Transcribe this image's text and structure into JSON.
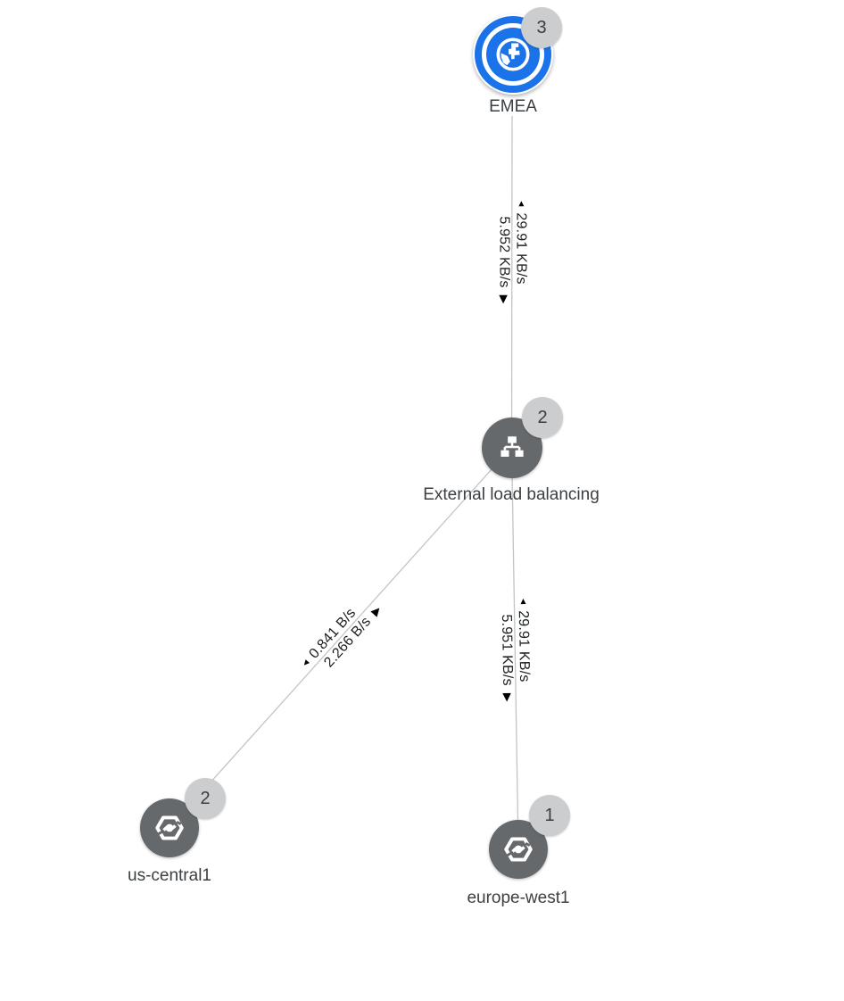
{
  "view": {
    "type": "network-topology-graph",
    "background": "#ffffff"
  },
  "colors": {
    "external_node_blue": "#1a73e8",
    "node_gray": "#66696b",
    "badge_background": "#cccdce",
    "badge_text": "#3a3d40",
    "node_label_text": "#3c4043",
    "edge_line": "#bfc5c9",
    "edge_label_text": "#1d1e1f",
    "icon_white": "#ffffff"
  },
  "nodes": [
    {
      "id": "emea",
      "kind": "external-location",
      "label": "EMEA",
      "badge_count": "3",
      "icon": "globe-icon"
    },
    {
      "id": "external-lb",
      "kind": "load-balancer",
      "label": "External load balancing",
      "badge_count": "2",
      "icon": "load-balancer-icon"
    },
    {
      "id": "us-central1",
      "kind": "gcp-region",
      "label": "us-central1",
      "badge_count": "2",
      "icon": "gcp-region-icon"
    },
    {
      "id": "europe-west1",
      "kind": "gcp-region",
      "label": "europe-west1",
      "badge_count": "1",
      "icon": "gcp-region-icon"
    }
  ],
  "edges": [
    {
      "from": "EMEA",
      "to": "External load balancing",
      "arrow_in": "◄",
      "rate_in": "29.91 KB/s",
      "rate_out": "5.952 KB/s",
      "arrow_out": "►"
    },
    {
      "from": "External load balancing",
      "to": "us-central1",
      "arrow_in": "◄",
      "rate_in": "0.841 B/s",
      "rate_out": "2.266 B/s",
      "arrow_out": "►"
    },
    {
      "from": "External load balancing",
      "to": "europe-west1",
      "arrow_in": "◄",
      "rate_in": "29.91 KB/s",
      "rate_out": "5.951 KB/s",
      "arrow_out": "►"
    }
  ]
}
